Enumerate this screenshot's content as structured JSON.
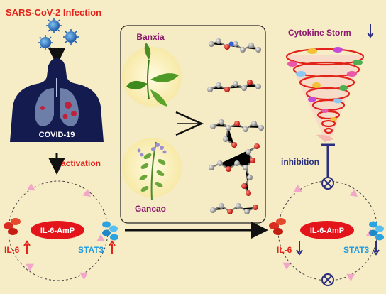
{
  "infection_title": "SARS-CoV-2 Infection",
  "covid_label": "COVID-19",
  "activation_label": "activation",
  "left_cycle": {
    "center_label": "IL-6-AmP",
    "il6_label": "IL-6",
    "stat3_label": "STAT3"
  },
  "herbs": {
    "banxia_label": "Banxia",
    "gancao_label": "Gancao"
  },
  "right_cycle": {
    "center_label": "IL-6-AmP",
    "il6_label": "IL-6",
    "stat3_label": "STAT3"
  },
  "cytokine_label": "Cytokine Storm",
  "inhibition_label": "inhibition",
  "colors": {
    "background": "#f6ecc6",
    "red_text": "#e2231a",
    "purple_text": "#8b1a6b",
    "navy_text": "#2b2f7e",
    "blue_text": "#1f9be0",
    "ellipse_red": "#e4141b"
  }
}
